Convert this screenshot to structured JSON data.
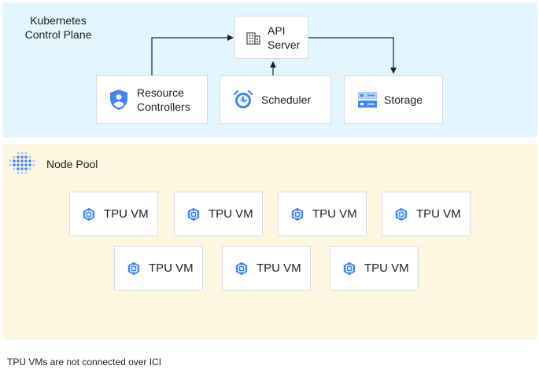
{
  "control_plane": {
    "label_line1": "Kubernetes",
    "label_line2": "Control Plane",
    "api_server": {
      "line1": "API",
      "line2": "Server",
      "icon": "building-icon"
    },
    "resource_controllers": {
      "line1": "Resource",
      "line2": "Controllers",
      "icon": "shield-user-icon"
    },
    "scheduler": {
      "label": "Scheduler",
      "icon": "clock-icon"
    },
    "storage": {
      "label": "Storage",
      "icon": "storage-icon"
    }
  },
  "node_pool": {
    "label": "Node Pool",
    "icon": "dot-grid-icon",
    "vms": [
      {
        "label": "TPU VM"
      },
      {
        "label": "TPU VM"
      },
      {
        "label": "TPU VM"
      },
      {
        "label": "TPU VM"
      },
      {
        "label": "TPU VM"
      },
      {
        "label": "TPU VM"
      },
      {
        "label": "TPU VM"
      }
    ]
  },
  "footnote": "TPU VMs are not connected over ICI",
  "colors": {
    "control_plane_bg": "#e3f5fd",
    "node_pool_bg": "#fdf6e0",
    "icon_blue": "#4285f4",
    "icon_light_blue": "#aecbfa"
  }
}
